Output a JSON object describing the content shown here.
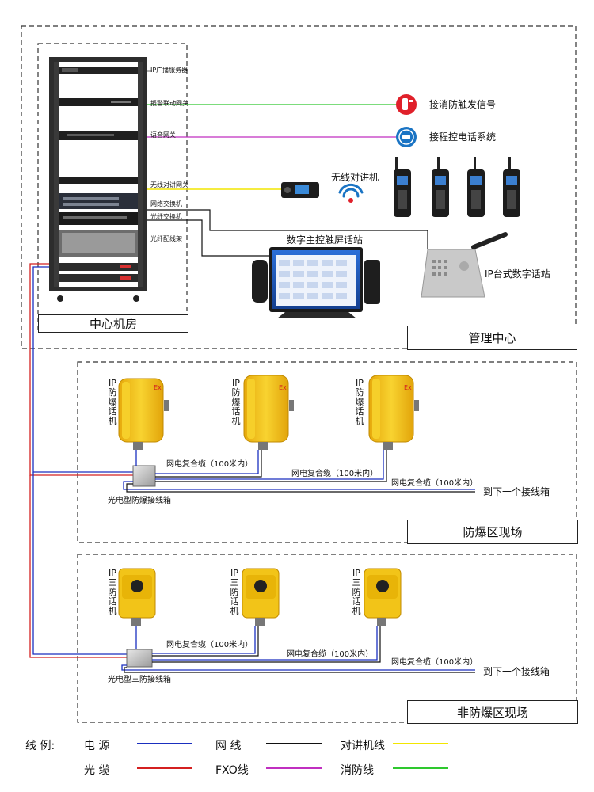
{
  "zones": {
    "management": "管理中心",
    "server_room": "中心机房",
    "explosion_proof": "防爆区现场",
    "non_explosion_proof": "非防爆区现场"
  },
  "rack": {
    "devices": [
      "IP广播服务器",
      "报警联动网关",
      "语音网关",
      "无线对讲网关",
      "网络交换机",
      "光纤交换机",
      "光纤配线架"
    ]
  },
  "external": {
    "fire_signal": "接消防触发信号",
    "pbx": "接程控电话系统",
    "radio": "无线对讲机",
    "console": "数字主控触屏话站",
    "desk_station": "IP台式数字话站"
  },
  "ex_zone": {
    "phone_label": "IP防爆话机",
    "junction_box": "光电型防爆接线箱",
    "cables": [
      "网电复合缆（100米内）",
      "网电复合缆（100米内）",
      "网电复合缆（100米内）"
    ],
    "next_box": "到下一个接线箱"
  },
  "nonex_zone": {
    "phone_label": "IP三防话机",
    "junction_box": "光电型三防接线箱",
    "cables": [
      "网电复合缆（100米内）",
      "网电复合缆（100米内）",
      "网电复合缆（100米内）"
    ],
    "next_box": "到下一个接线箱"
  },
  "legend": {
    "title": "线 例:",
    "power": "电 源",
    "network": "网 线",
    "intercom": "对讲机线",
    "fiber": "光 缆",
    "fxo": "FXO线",
    "fire": "消防线"
  },
  "colors": {
    "power": "#1a2fbf",
    "network": "#111111",
    "intercom": "#f2e600",
    "fiber": "#d42020",
    "fxo": "#c02fc0",
    "fire": "#2ec82e",
    "phone_yellow": "#f2c418"
  }
}
